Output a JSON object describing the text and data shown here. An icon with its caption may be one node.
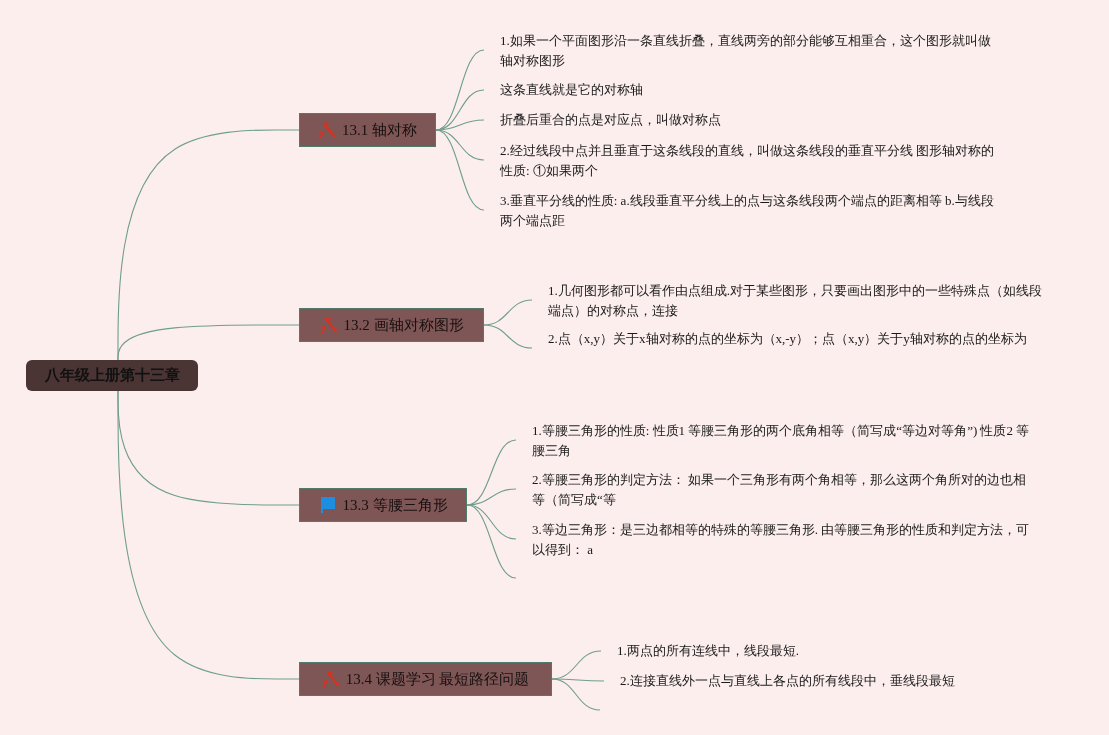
{
  "diagram": {
    "nodes": [
      {
        "text": [
          "八年级上册第十三章"
        ]
      },
      {
        "text": [
          "13.1 轴对称"
        ]
      },
      {
        "text": [
          "1.如果一个平面图形沿一条直线折叠，直线两旁的部分能够互相重合，这个图形就叫做轴对称图形"
        ]
      },
      {
        "text": [
          "这条直线就是它的对称轴"
        ]
      },
      {
        "text": [
          "折叠后重合的点是对应点，叫做对称点"
        ]
      },
      {
        "text": [
          "2.经过线段中点并且垂直于这条线段的直线，叫做这条线段的垂直平分线 图形轴对称的性质: ①如果两个"
        ]
      },
      {
        "text": [
          "3.垂直平分线的性质: a.线段垂直平分线上的点与这条线段两个端点的距离相等 b.与线段两个端点距"
        ]
      },
      {
        "text": [
          "13.2 画轴对称图形"
        ]
      },
      {
        "text": [
          "1.几何图形都可以看作由点组成.对于某些图形，只要画出图形中的一些特殊点（如线段端点）的对称点，连接"
        ]
      },
      {
        "text": [
          "2.点（x,y）关于x轴对称的点的坐标为（x,-y）；点（x,y）关于y轴对称的点的坐标为"
        ]
      },
      {
        "text": [
          "13.3 等腰三角形"
        ]
      },
      {
        "text": [
          "1.等腰三角形的性质: 性质1 等腰三角形的两个底角相等（简写成“等边对等角”) 性质2 等腰三角"
        ]
      },
      {
        "text": [
          "2.等腰三角形的判定方法： 如果一个三角形有两个角相等，那么这两个角所对的边也相等（简写成“等"
        ]
      },
      {
        "text": [
          "3.等边三角形：是三边都相等的特殊的等腰三角形. 由等腰三角形的性质和判定方法，可以得到： a"
        ]
      },
      {
        "text": [
          "13.4 课题学习 最短路径问题"
        ]
      },
      {
        "text": [
          "1.两点的所有连线中，线段最短."
        ]
      },
      {
        "text": [
          "2.连接直线外一点与直线上各点的所有线段中，垂线段最短"
        ]
      }
    ],
    "edges": [
      {
        "from": 0,
        "to": 1,
        "arrow": "none"
      },
      {
        "from": 0,
        "to": 7,
        "arrow": "none"
      },
      {
        "from": 0,
        "to": 10,
        "arrow": "none"
      },
      {
        "from": 0,
        "to": 14,
        "arrow": "none"
      },
      {
        "from": 1,
        "to": 2,
        "arrow": "none"
      },
      {
        "from": 1,
        "to": 3,
        "arrow": "none"
      },
      {
        "from": 1,
        "to": 4,
        "arrow": "none"
      },
      {
        "from": 1,
        "to": 5,
        "arrow": "none"
      },
      {
        "from": 1,
        "to": 6,
        "arrow": "none"
      },
      {
        "from": 7,
        "to": 8,
        "arrow": "none"
      },
      {
        "from": 7,
        "to": 9,
        "arrow": "none"
      },
      {
        "from": 10,
        "to": 11,
        "arrow": "none"
      },
      {
        "from": 10,
        "to": 12,
        "arrow": "none"
      },
      {
        "from": 10,
        "to": 13,
        "arrow": "none"
      },
      {
        "from": 10,
        "to": null,
        "arrow": "none"
      },
      {
        "from": 14,
        "to": 15,
        "arrow": "none"
      },
      {
        "from": 14,
        "to": 16,
        "arrow": "none"
      },
      {
        "from": 14,
        "to": null,
        "arrow": "none"
      }
    ]
  }
}
